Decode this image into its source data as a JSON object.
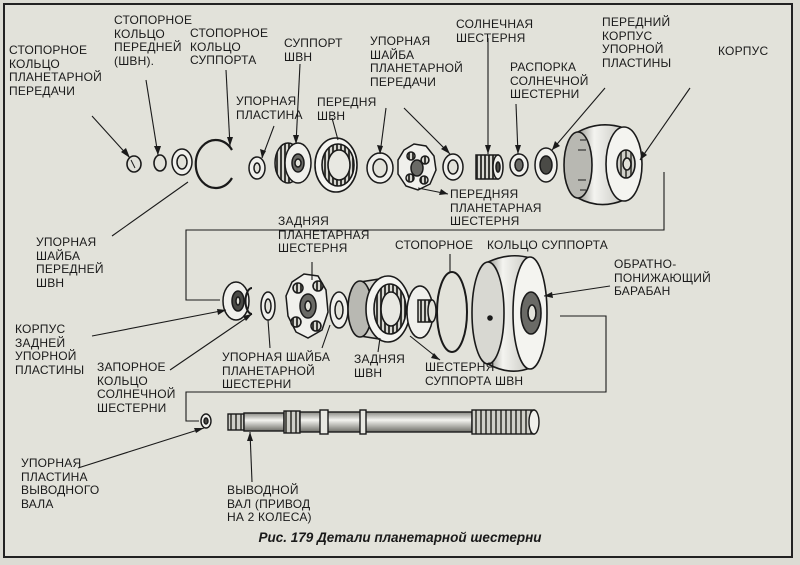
{
  "figure": {
    "caption": "Рис. 179 Детали планетарной шестерни"
  },
  "labels": {
    "planet_snap_ring": "СТОПОРНОЕ\nКОЛЬЦО\nПЛАНЕТАРНОЙ\nПЕРЕДАЧИ",
    "front_ring_snap": "СТОПОРНОЕ\nКОЛЬЦО\nПЕРЕДНЕЙ\n(ШВН).",
    "support_snap_ring": "СТОПОРНОЕ\nКОЛЬЦО\nСУППОРТА",
    "thrust_plate": "УПОРНАЯ\nПЛАСТИНА",
    "ring_support": "СУППОРТ\nШВН",
    "front_ring_gear": "ПЕРЕДНЯ\nШВН",
    "planet_thrust_washer": "УПОРНАЯ\nШАЙБА\nПЛАНЕТАРНОЙ\nПЕРЕДАЧИ",
    "sun_gear": "СОЛНЕЧНАЯ\nШЕСТЕРНЯ",
    "sun_gear_spacer": "РАСПОРКА\nСОЛНЕЧНОЙ\nШЕСТЕРНИ",
    "front_thrust_housing": "ПЕРЕДНИЙ\nКОРПУС\nУПОРНОЙ\nПЛАСТИНЫ",
    "housing": "КОРПУС",
    "front_planet_gear": "ПЕРЕДНЯЯ\nПЛАНЕТАРНАЯ\nШЕСТЕРНЯ",
    "front_ring_thrust_washer": "УПОРНАЯ\nШАЙБА\nПЕРЕДНЕЙ\nШВН",
    "rear_planet_gear": "ЗАДНЯЯ\nПЛАНЕТАРНАЯ\nШЕСТЕРНЯ",
    "snap_word": "СТОПОРНОЕ",
    "support_ring_word": "КОЛЬЦО СУППОРТА",
    "reverse_drum": "ОБРАТНО-\nПОНИЖАЮЩИЙ\nБАРАБАН",
    "rear_thrust_housing": "КОРПУС\nЗАДНЕЙ\nУПОРНОЙ\nПЛАСТИНЫ",
    "sun_gear_lock_ring": "ЗАПОРНОЕ\nКОЛЬЦО\nСОЛНЕЧНОЙ\nШЕСТЕРНИ",
    "planet_gear_thrust_washer": "УПОРНАЯ ШАЙБА\nПЛАНЕТАРНОЙ\nШЕСТЕРНИ",
    "rear_ring_gear": "ЗАДНЯЯ\nШВН",
    "support_ring_gear": "ШЕСТЕРНЯ\nСУППОРТА ШВН",
    "output_thrust_plate": "УПОРНАЯ\nПЛАСТИНА\nВЫВОДНОГО\nВАЛА",
    "output_shaft": "ВЫВОДНОЙ\nВАЛ (ПРИВОД\nНА 2 КОЛЕСА)"
  },
  "colors": {
    "ink": "#1a1a1a",
    "paper": "#e2e2da",
    "metal_light": "#f2f2ee",
    "metal_dark": "#6a6a66"
  }
}
